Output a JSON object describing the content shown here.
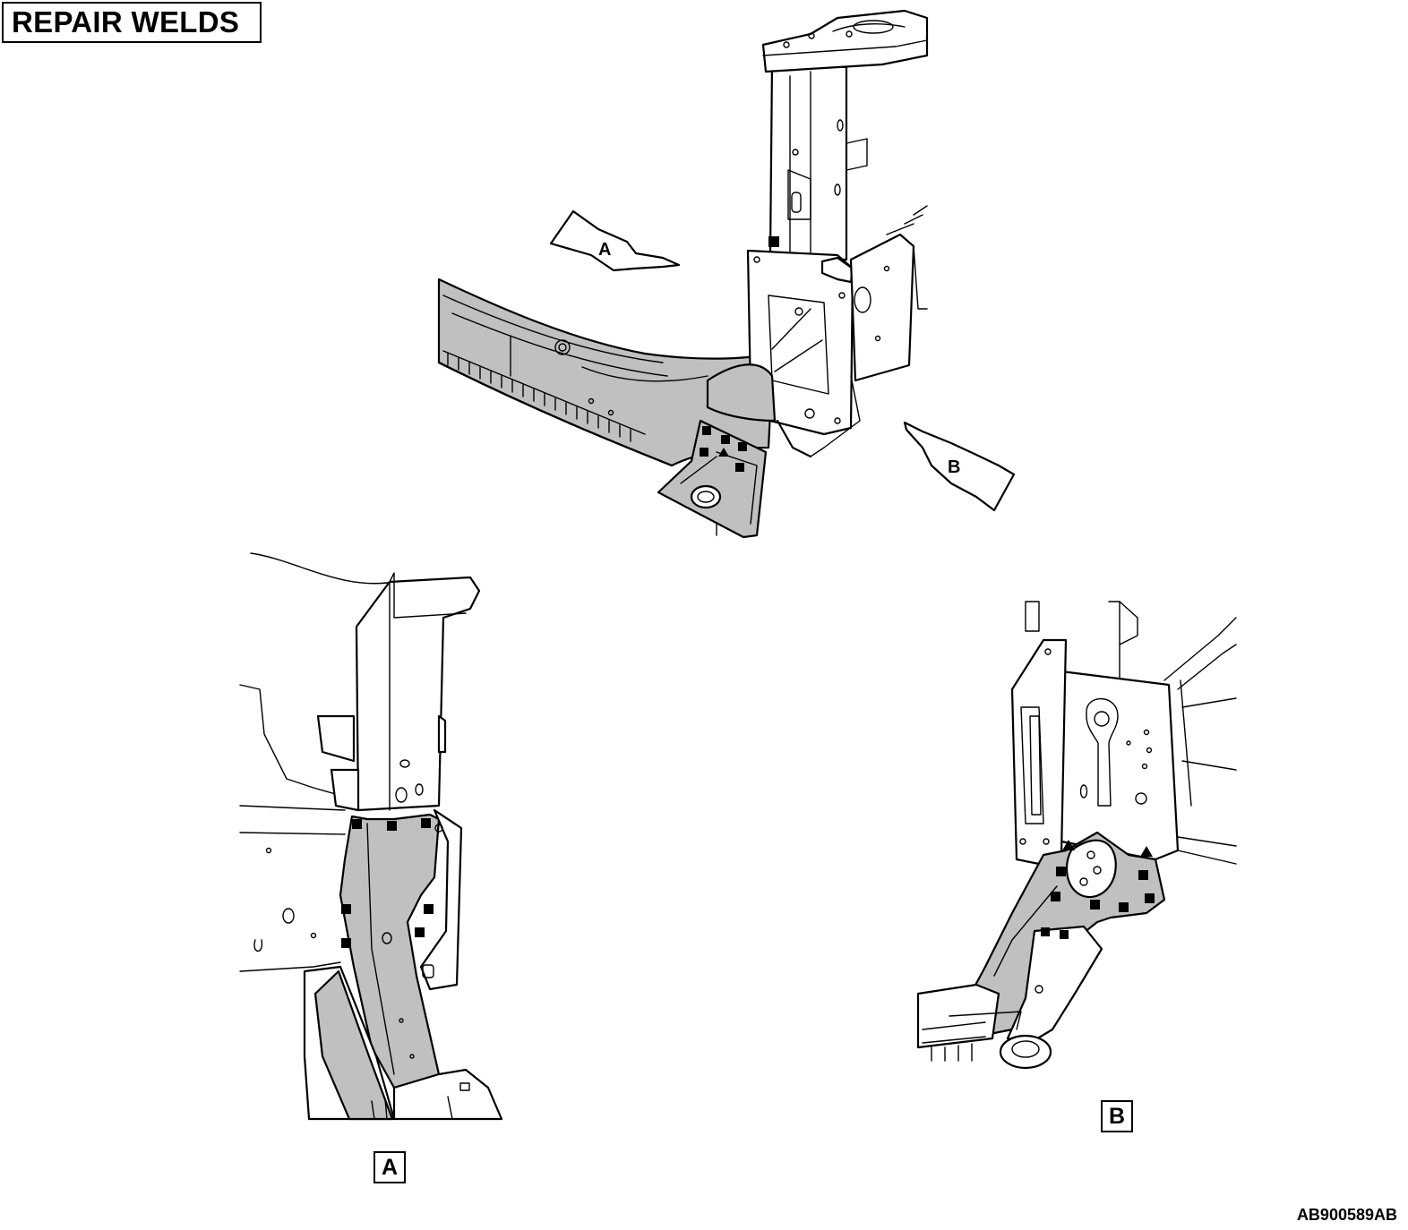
{
  "title": "REPAIR WELDS",
  "view_a_label": "A",
  "view_b_label": "B",
  "figure_code": "AB900589AB",
  "legend": {
    "spot_weld_symbol": "square-marker",
    "plug_weld_symbol": "triangle-marker"
  },
  "colors": {
    "replacement_panel": "#c0c0c0",
    "outline": "#000000",
    "background": "#ffffff"
  }
}
